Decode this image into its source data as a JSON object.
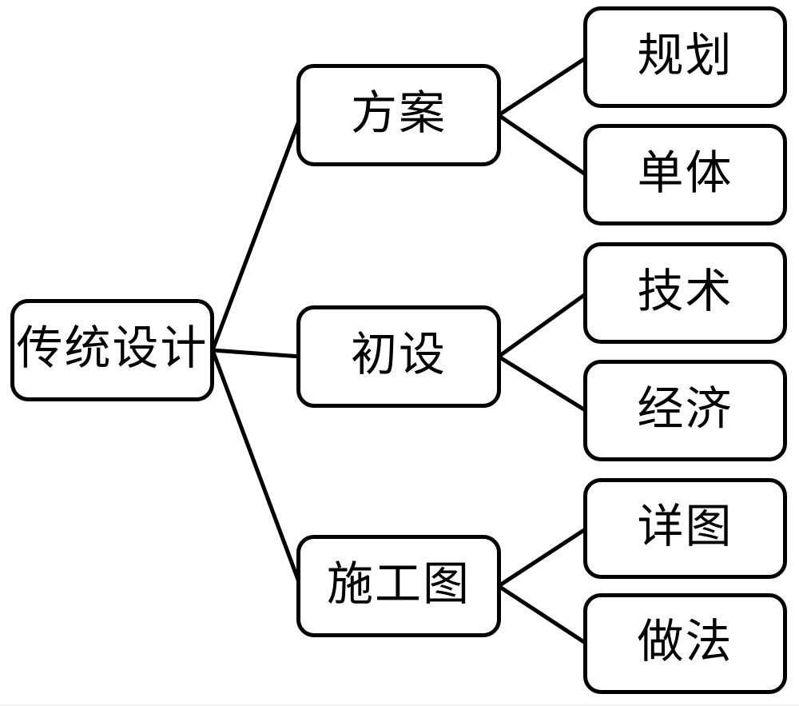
{
  "diagram": {
    "type": "tree",
    "orientation": "left-to-right",
    "nodes": {
      "root": "传统设计",
      "scheme": "方案",
      "planning": "规划",
      "monomer": "单体",
      "preliminary": "初设",
      "technical": "技术",
      "economic": "经济",
      "construction": "施工图",
      "detail": "详图",
      "method": "做法"
    },
    "hierarchy": [
      {
        "parent": "传统设计",
        "children": [
          "方案",
          "初设",
          "施工图"
        ]
      },
      {
        "parent": "方案",
        "children": [
          "规划",
          "单体"
        ]
      },
      {
        "parent": "初设",
        "children": [
          "技术",
          "经济"
        ]
      },
      {
        "parent": "施工图",
        "children": [
          "详图",
          "做法"
        ]
      }
    ],
    "colors": {
      "background": "#ffffff",
      "node_fill": "#ffffff",
      "node_border": "#000000",
      "edge": "#000000",
      "text": "#000000"
    }
  }
}
